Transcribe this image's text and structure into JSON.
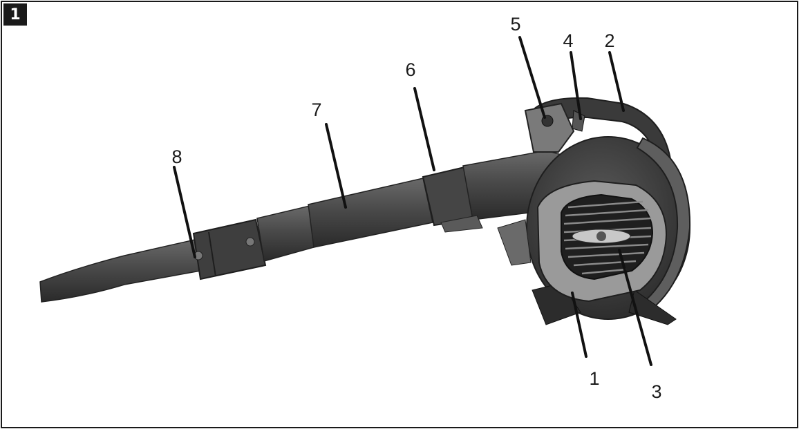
{
  "figure": {
    "badge": "1"
  },
  "callouts": [
    {
      "id": "c1",
      "label": "1"
    },
    {
      "id": "c2",
      "label": "2"
    },
    {
      "id": "c3",
      "label": "3"
    },
    {
      "id": "c4",
      "label": "4"
    },
    {
      "id": "c5",
      "label": "5"
    },
    {
      "id": "c6",
      "label": "6"
    },
    {
      "id": "c7",
      "label": "7"
    },
    {
      "id": "c8",
      "label": "8"
    }
  ],
  "colors": {
    "tube": "#4a4a4a",
    "tube_dark": "#2e2e2e",
    "housing": "#3a3a3a",
    "cover": "#9a9a9a",
    "grille": "#1f1f1f"
  }
}
